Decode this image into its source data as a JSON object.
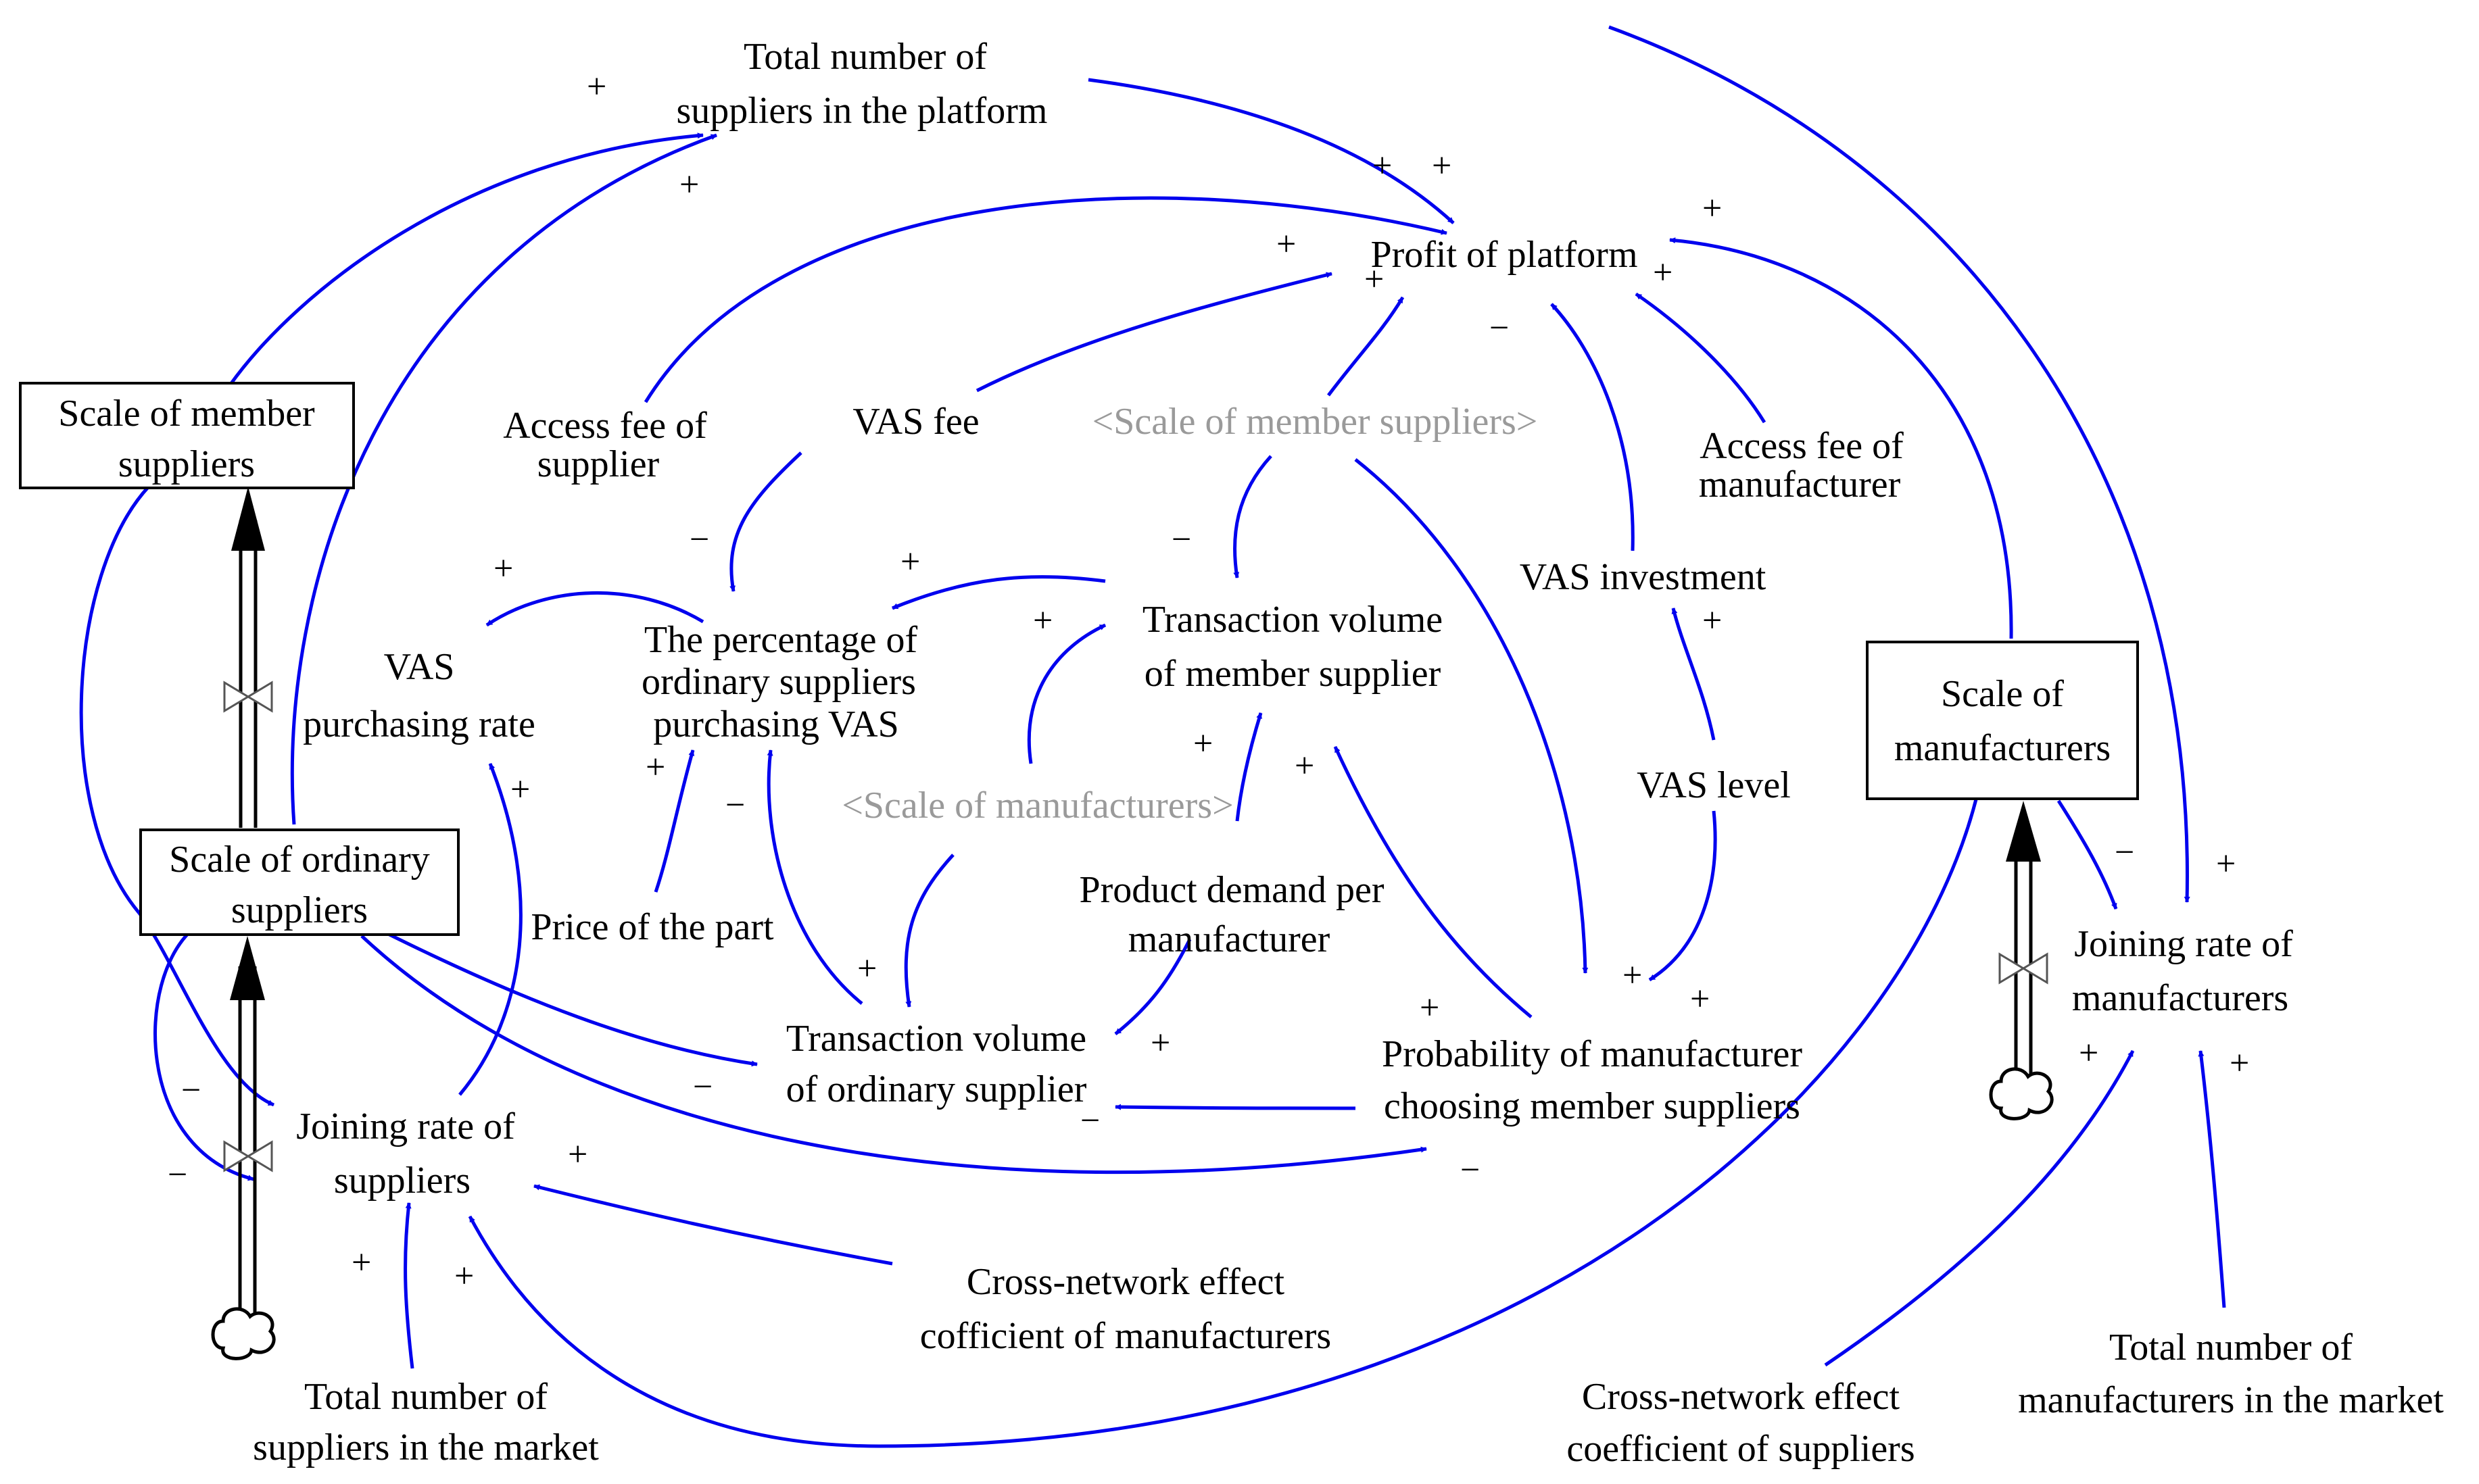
{
  "diagram": {
    "accent_color": "#0000ee",
    "stocks": {
      "member": [
        "Scale of member",
        "suppliers"
      ],
      "ordinary": [
        "Scale of ordinary",
        "suppliers"
      ],
      "manufacturers": [
        "Scale of",
        "manufacturers"
      ]
    },
    "variables": {
      "total_suppliers_platform": [
        "Total number of",
        "suppliers in the platform"
      ],
      "profit": [
        "Profit of platform"
      ],
      "access_fee_supplier": [
        "Access fee of",
        "supplier"
      ],
      "vas_fee": [
        "VAS fee"
      ],
      "shadow_member": [
        "<Scale of member suppliers>"
      ],
      "access_fee_manufacturer": [
        "Access fee of",
        "manufacturer"
      ],
      "vas_investment": [
        "VAS investment"
      ],
      "vas_purchasing_rate": [
        "VAS",
        "purchasing rate"
      ],
      "percentage_ordinary": [
        "The percentage of",
        "ordinary suppliers",
        "purchasing VAS"
      ],
      "transaction_member": [
        "Transaction volume",
        "of member supplier"
      ],
      "vas_level": [
        "VAS level"
      ],
      "shadow_manufacturers": [
        "<Scale of manufacturers>"
      ],
      "price_part": [
        "Price of the part"
      ],
      "product_demand": [
        "Product demand per",
        "manufacturer"
      ],
      "transaction_ordinary": [
        "Transaction volume",
        "of ordinary supplier"
      ],
      "probability": [
        "Probability of manufacturer",
        "choosing member suppliers"
      ],
      "joining_suppliers": [
        "Joining rate of",
        "suppliers"
      ],
      "joining_manufacturers": [
        "Joining rate of",
        "manufacturers"
      ],
      "cross_manufacturers": [
        "Cross-network effect",
        "cofficient of manufacturers"
      ],
      "cross_suppliers": [
        "Cross-network effect",
        "coefficient of suppliers"
      ],
      "total_suppliers_market": [
        "Total number of",
        "suppliers in the market"
      ],
      "total_manufacturers_market": [
        "Total number of",
        "manufacturers in the market"
      ]
    },
    "polarities": {
      "p01": "+",
      "p02": "+",
      "p03": "+",
      "p04": "+",
      "p05": "+",
      "p06": "+",
      "p07": "+",
      "p08": "+",
      "p09": "−",
      "p10": "−",
      "p11": "+",
      "p12": "+",
      "p13": "−",
      "p14": "+",
      "p15": "+",
      "p16": "+",
      "p17": "+",
      "p18": "+",
      "p19": "+",
      "p20": "−",
      "p21": "+",
      "p22": "+",
      "p23": "+",
      "p24": "+",
      "p25": "+",
      "p26": "−",
      "p27": "−",
      "p28": "−",
      "p29": "+",
      "p30": "−",
      "p31": "+",
      "p32": "+",
      "p33": "−",
      "p34": "+",
      "p35": "+",
      "p36": "+",
      "p37": "−"
    }
  }
}
